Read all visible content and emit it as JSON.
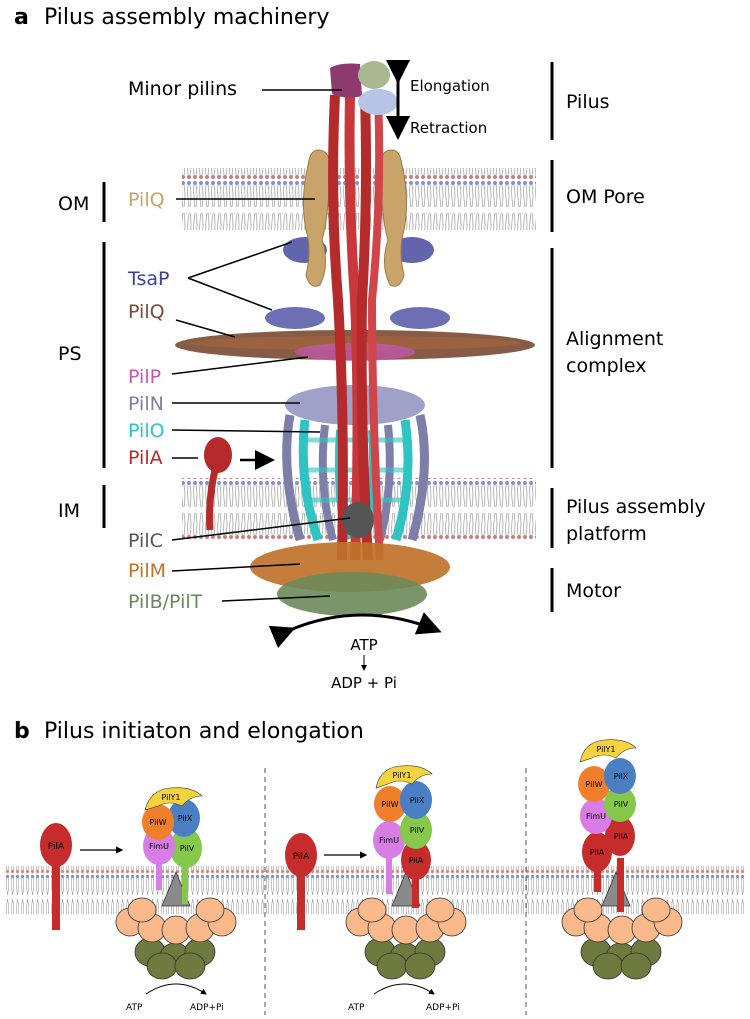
{
  "panel_a": {
    "letter": "a",
    "title": "Pilus assembly machinery",
    "left_regions": {
      "om": "OM",
      "ps": "PS",
      "im": "IM"
    },
    "proteins": {
      "minor_pilins": "Minor pilins",
      "pilq_om": "PilQ",
      "tsap": "TsaP",
      "pilq_ps": "PilQ",
      "pilp": "PilP",
      "piln": "PilN",
      "pilo": "PilO",
      "pila": "PilA",
      "pilc": "PilC",
      "pilm": "PilM",
      "pilb_pilt": "PilB/PilT"
    },
    "elongation": "Elongation",
    "retraction": "Retraction",
    "right_groups": {
      "pilus": "Pilus",
      "om_pore": "OM Pore",
      "alignment_line1": "Alignment",
      "alignment_line2": "complex",
      "platform_line1": "Pilus assembly",
      "platform_line2": "platform",
      "motor": "Motor"
    },
    "atp": "ATP",
    "adp_pi": "ADP + Pi",
    "colors": {
      "minor_pilins": "#8e3a6e",
      "pilq_om": "#c9a46a",
      "tsap": "#3b3f9a",
      "pilq_ps": "#7a4a32",
      "pilp": "#c757b3",
      "piln": "#7d7fa8",
      "pilo": "#2ec4c4",
      "pila": "#b52a2a",
      "pilc": "#555555",
      "pilm": "#c0722a",
      "pilb_pilt": "#6b8a5a"
    }
  },
  "panel_b": {
    "letter": "b",
    "title": "Pilus initiaton and elongation",
    "labels": {
      "pily1": "PilY1",
      "pilw": "PilW",
      "pilx": "PilX",
      "pilv": "PilV",
      "fimu": "FimU",
      "pila": "PilA"
    },
    "atp": "ATP",
    "adp_pi": "ADP+Pi",
    "colors": {
      "pily1": "#f5d33f",
      "pilw": "#f07f2c",
      "pilx": "#4a7fc4",
      "pilv": "#86c84a",
      "fimu": "#d87ce6",
      "pila": "#c62c2c",
      "motor_orange": "#f9b98a",
      "motor_green": "#6f7a3e",
      "pilc": "#8a8a8a"
    }
  }
}
